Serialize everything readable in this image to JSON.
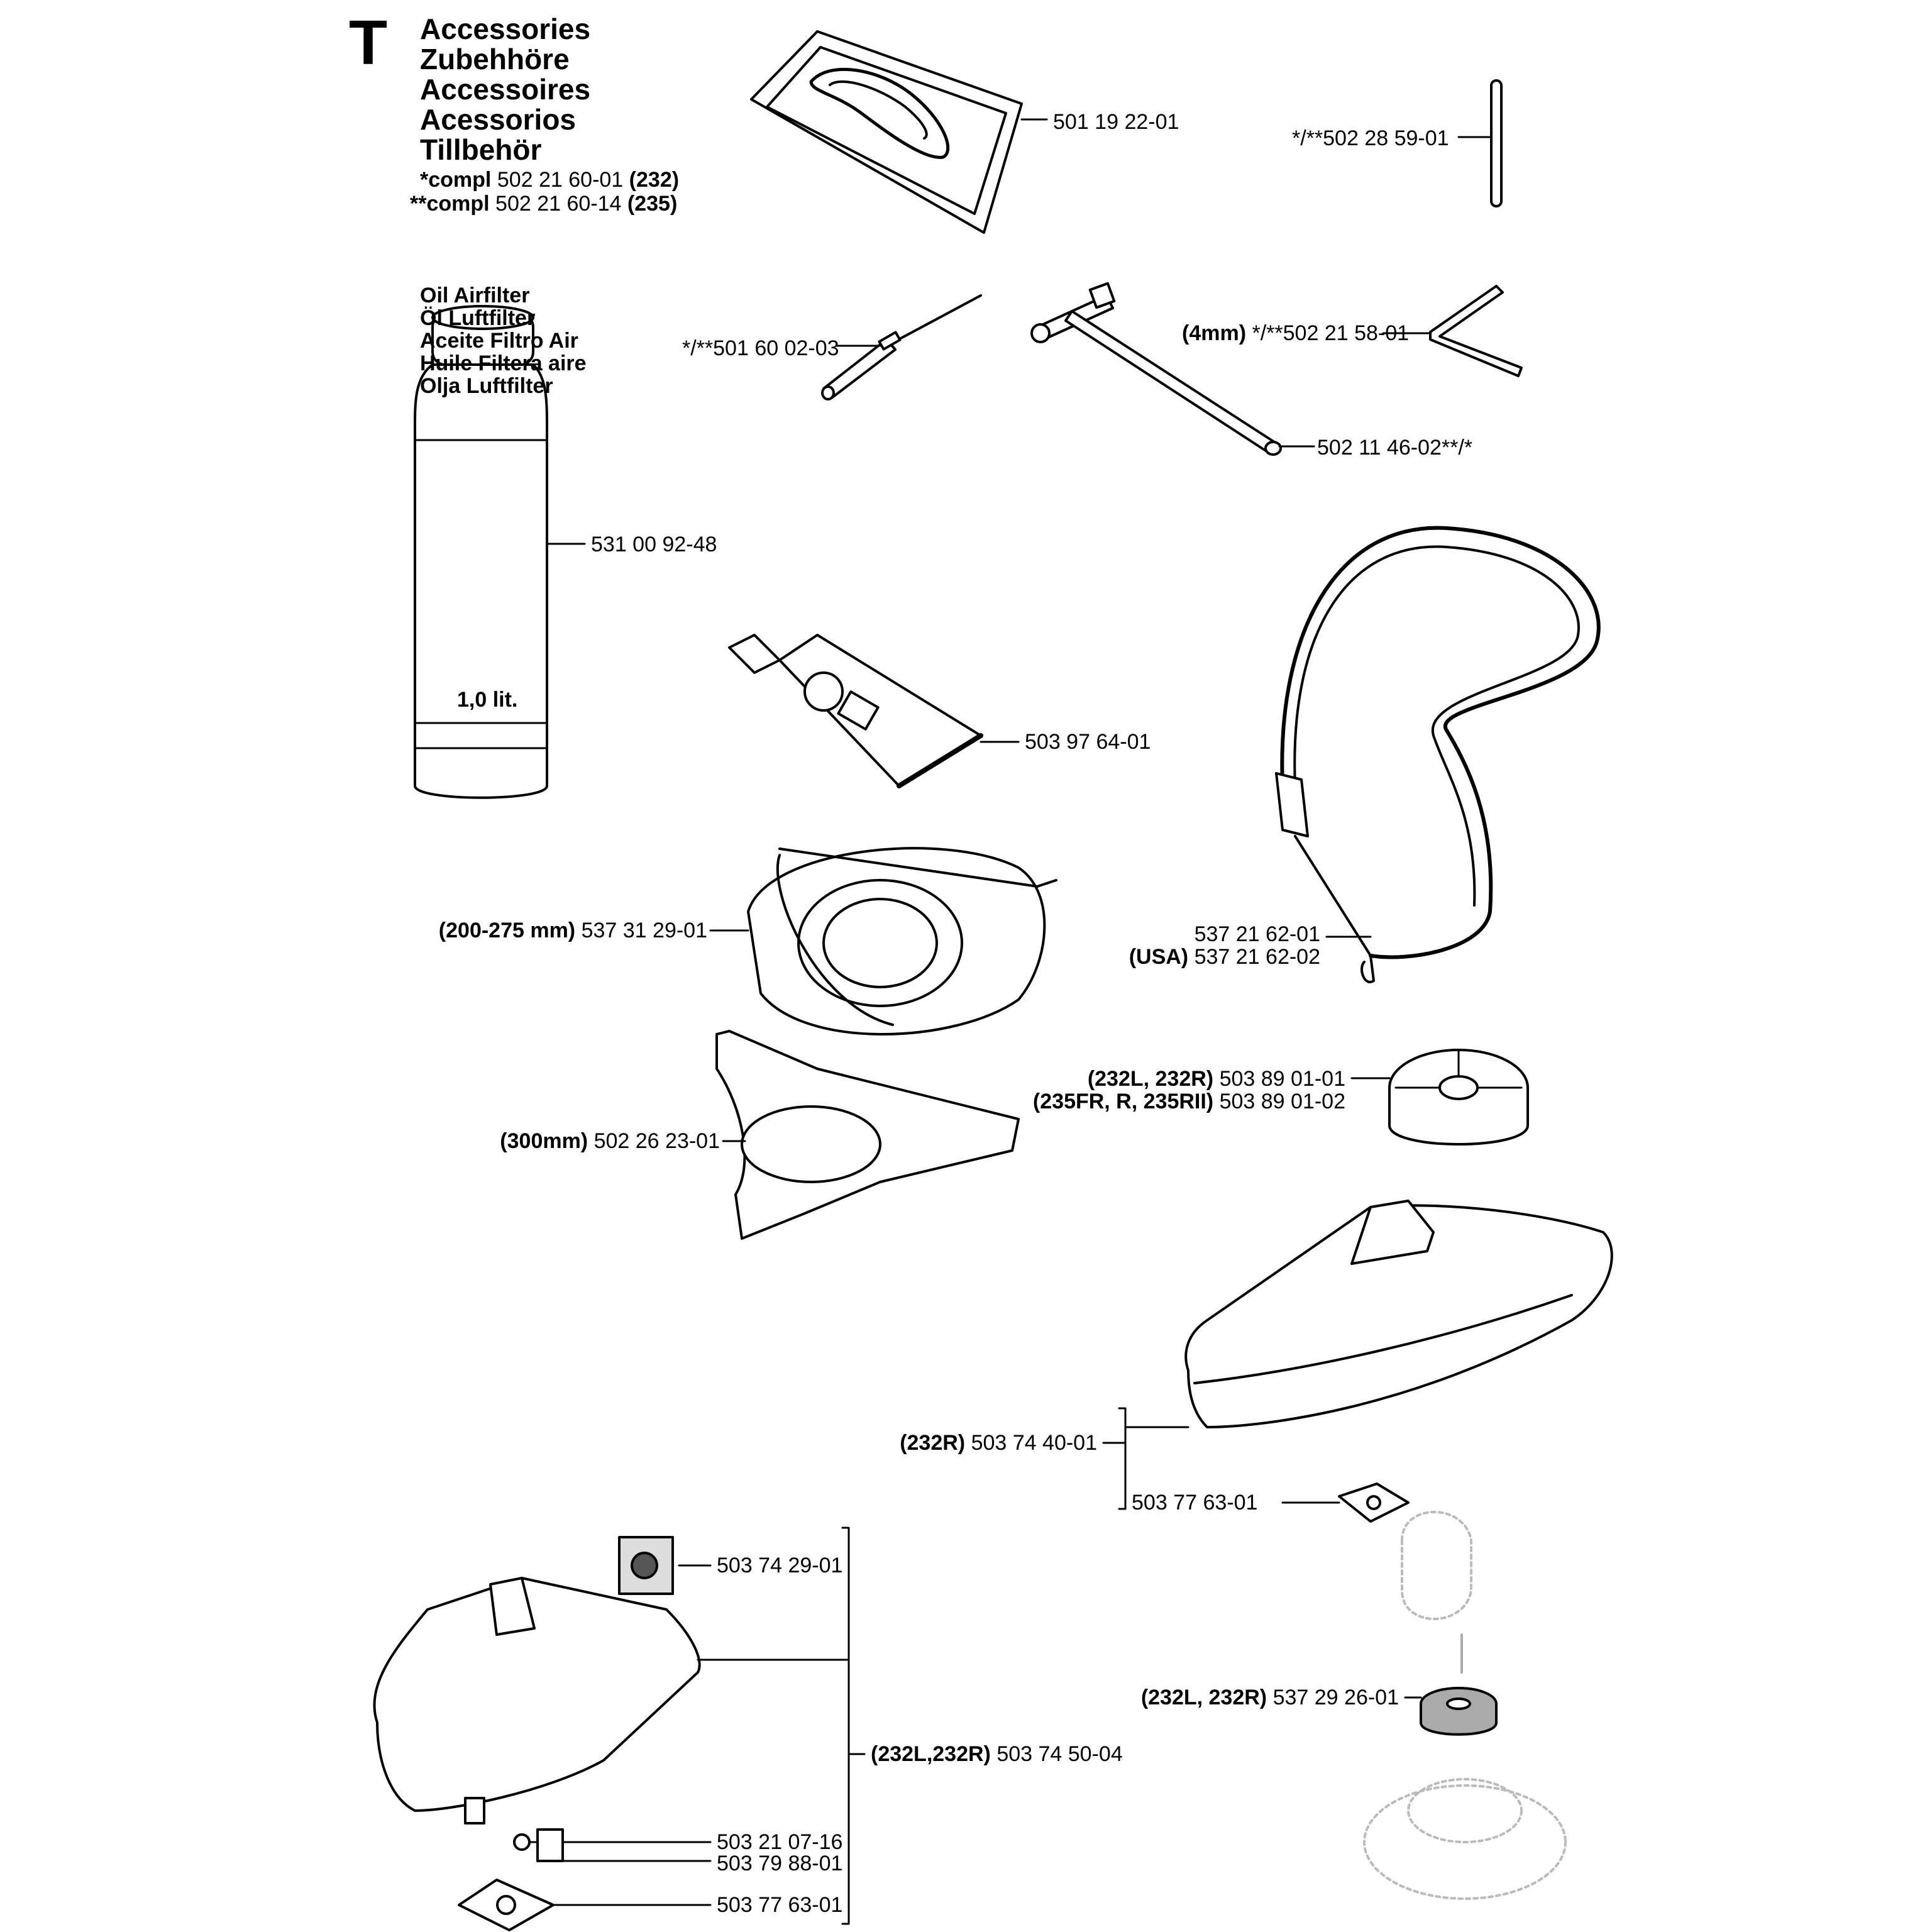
{
  "section": {
    "letter": "T",
    "titles": [
      "Accessories",
      "Zubehhöre",
      "Accessoires",
      "Acessorios",
      "Tillbehör"
    ],
    "compl": [
      {
        "prefix": "*compl",
        "number": "502 21 60-01",
        "model": "(232)"
      },
      {
        "prefix": "**compl",
        "number": "502 21 60-14",
        "model": "(235)"
      }
    ]
  },
  "oil": {
    "titles": [
      "Oil Airfilter",
      "Öl Luftfilter",
      "Aceite Filtro Air",
      "Huile Filtera aire",
      "Olja Luftfilter"
    ],
    "volume": "1,0 lit."
  },
  "parts": [
    {
      "id": "carry-bag",
      "prefix": "",
      "number": "501 19 22-01",
      "suffix": ""
    },
    {
      "id": "pin",
      "prefix": "*/**",
      "number": "502 28 59-01",
      "suffix": ""
    },
    {
      "id": "screwdriver",
      "prefix": "*/**",
      "number": "501 60 02-03",
      "suffix": ""
    },
    {
      "id": "hex-key",
      "prefix": "(4mm)",
      "prefix2": "*/**",
      "number": "502 21 58-01",
      "suffix": ""
    },
    {
      "id": "socket-wrench",
      "prefix": "",
      "number": "502 11 46-02",
      "suffix": "**/*"
    },
    {
      "id": "oil-bottle",
      "prefix": "",
      "number": "531 00 92-48",
      "suffix": ""
    },
    {
      "id": "grease-tube",
      "prefix": "",
      "number": "503 97 64-01",
      "suffix": ""
    },
    {
      "id": "harness",
      "prefix": "",
      "number": "537 21 62-01",
      "suffix": ""
    },
    {
      "id": "harness-usa",
      "prefix": "(USA)",
      "number": "537 21 62-02",
      "suffix": ""
    },
    {
      "id": "guard-200",
      "prefix": "(200-275 mm)",
      "number": "537 31 29-01",
      "suffix": ""
    },
    {
      "id": "support-cup-232",
      "prefix": "(232L, 232R)",
      "number": "503 89 01-01",
      "suffix": ""
    },
    {
      "id": "support-cup-235",
      "prefix": "(235FR, R, 235RII)",
      "number": "503 89 01-02",
      "suffix": ""
    },
    {
      "id": "guard-300",
      "prefix": "(300mm)",
      "number": "502 26 23-01",
      "suffix": ""
    },
    {
      "id": "blade-guard",
      "prefix": "(232R)",
      "number": "503 74 40-01",
      "suffix": ""
    },
    {
      "id": "plate-1",
      "prefix": "",
      "number": "503 77 63-01",
      "suffix": ""
    },
    {
      "id": "decal",
      "prefix": "",
      "number": "503 74 29-01",
      "suffix": ""
    },
    {
      "id": "trimmer-guard",
      "prefix": "(232L,232R)",
      "number": "503 74 50-04",
      "suffix": ""
    },
    {
      "id": "washer",
      "prefix": "(232L, 232R)",
      "number": "537 29 26-01",
      "suffix": ""
    },
    {
      "id": "screw",
      "prefix": "",
      "number": "503 21 07-16",
      "suffix": ""
    },
    {
      "id": "clamp",
      "prefix": "",
      "number": "503 79 88-01",
      "suffix": ""
    },
    {
      "id": "plate-2",
      "prefix": "",
      "number": "503 77 63-01",
      "suffix": ""
    }
  ]
}
